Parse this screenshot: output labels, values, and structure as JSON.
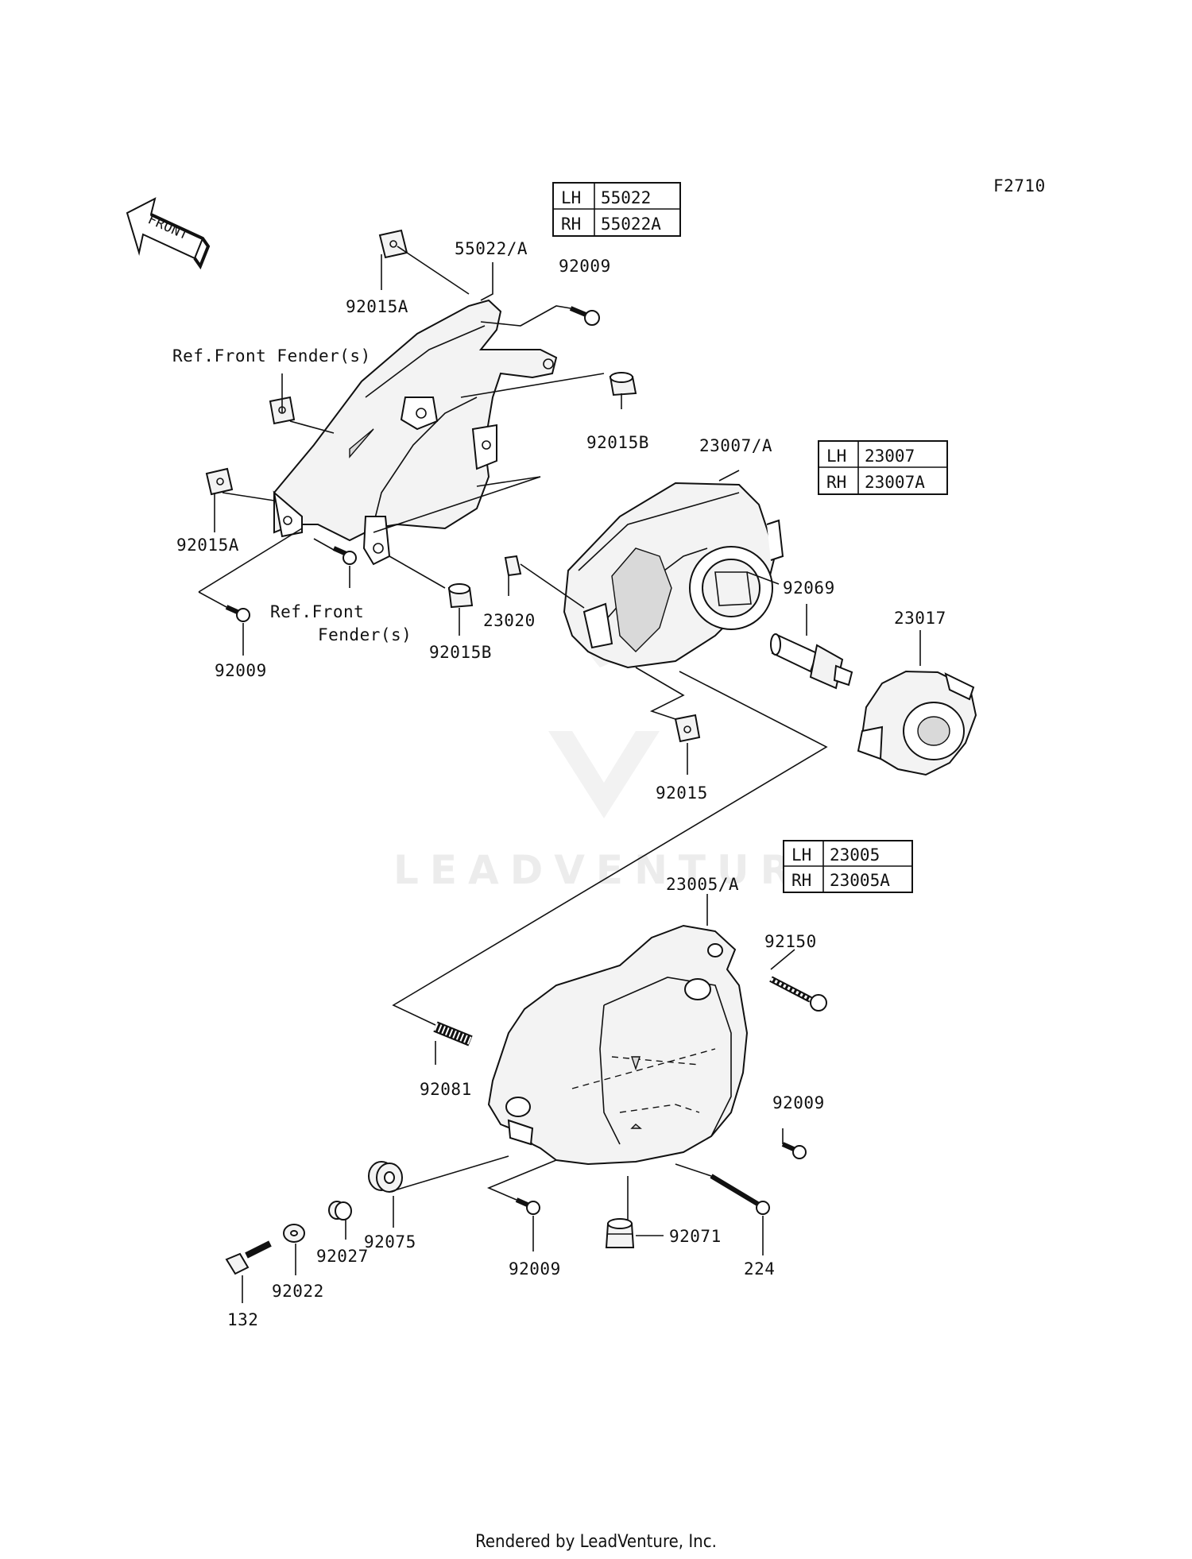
{
  "diagram_code": "F2710",
  "front_arrow_label": "FRONT",
  "watermark": "LEADVENTURE",
  "footer": "Rendered by LeadVenture, Inc.",
  "tables": {
    "t55022": {
      "rows": [
        {
          "side": "LH",
          "part": "55022"
        },
        {
          "side": "RH",
          "part": "55022A"
        }
      ]
    },
    "t23007": {
      "rows": [
        {
          "side": "LH",
          "part": "23007"
        },
        {
          "side": "RH",
          "part": "23007A"
        }
      ]
    },
    "t23005": {
      "rows": [
        {
          "side": "LH",
          "part": "23005"
        },
        {
          "side": "RH",
          "part": "23005A"
        }
      ]
    }
  },
  "labels": {
    "l55022A": "55022/A",
    "l92009_top": "92009",
    "l92015A_top": "92015A",
    "l_ref_front_fender_1": "Ref.Front Fender(s)",
    "l92015B_right": "92015B",
    "l23007A": "23007/A",
    "l92015A_left": "92015A",
    "l_ref_front_fender_2a": "Ref.Front",
    "l_ref_front_fender_2b": "Fender(s)",
    "l92009_left": "92009",
    "l92015B_bottom": "92015B",
    "l23020": "23020",
    "l92069": "92069",
    "l23017": "23017",
    "l92015": "92015",
    "l23005A": "23005/A",
    "l92150": "92150",
    "l92081": "92081",
    "l92009_right": "92009",
    "l92071": "92071",
    "l224": "224",
    "l92009_bottom": "92009",
    "l92075": "92075",
    "l92027": "92027",
    "l92022": "92022",
    "l132": "132"
  }
}
